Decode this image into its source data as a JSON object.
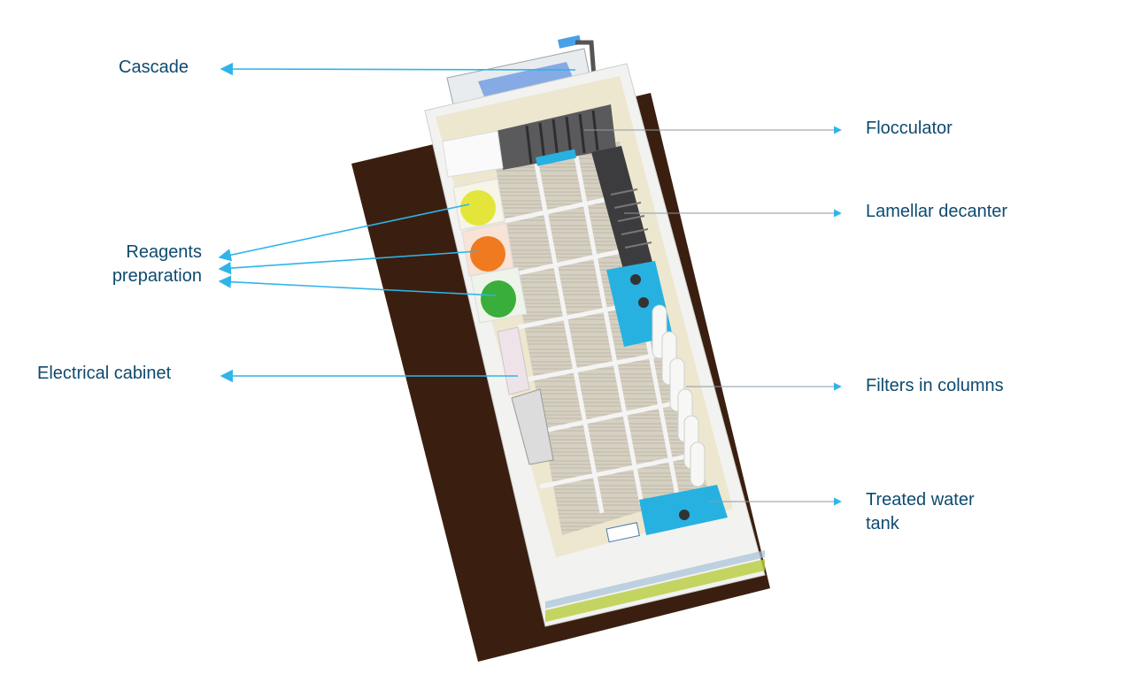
{
  "colors": {
    "label": "#0e4a6e",
    "arrow": "#2fb4ea",
    "leader_right": "#8a9aa6",
    "accent_blue": "#27b1e0",
    "ground": "#3a1f10"
  },
  "labels": {
    "cascade": "Cascade",
    "reagents_line1": "Reagents",
    "reagents_line2": "preparation",
    "electrical_cabinet": "Electrical cabinet",
    "flocculator": "Flocculator",
    "lamellar_decanter": "Lamellar decanter",
    "filters_in_columns": "Filters in columns",
    "treated_water_line1": "Treated water",
    "treated_water_line2": "tank"
  }
}
